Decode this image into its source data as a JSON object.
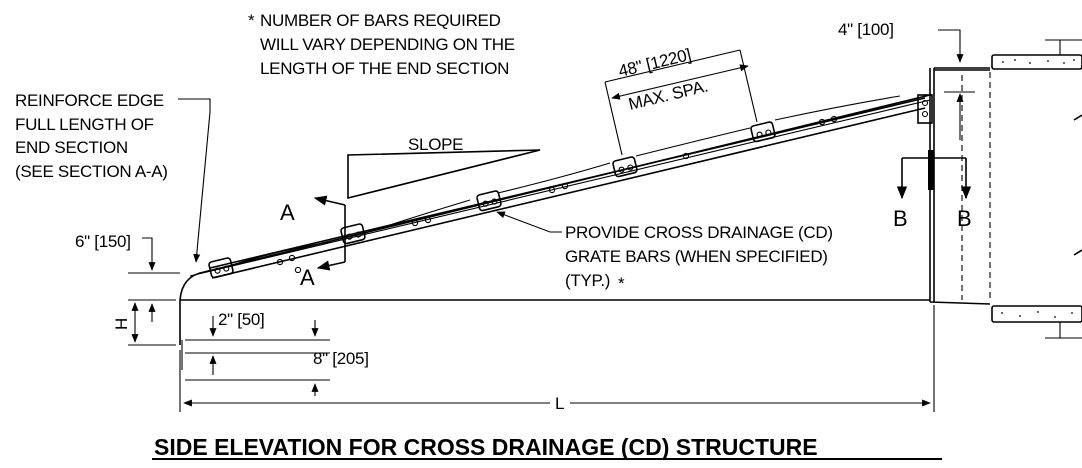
{
  "title": "SIDE ELEVATION FOR CROSS DRAINAGE (CD) STRUCTURE",
  "notes": {
    "bars_line1": "NUMBER OF BARS REQUIRED",
    "bars_line2": "WILL VARY DEPENDING ON THE",
    "bars_line3": "LENGTH OF THE END SECTION",
    "reinforce_line1": "REINFORCE EDGE",
    "reinforce_line2": "FULL LENGTH OF",
    "reinforce_line3": "END SECTION",
    "reinforce_line4": "(SEE SECTION A-A)",
    "slope": "SLOPE",
    "cd_line1": "PROVIDE CROSS DRAINAGE (CD)",
    "cd_line2": "GRATE BARS (WHEN SPECIFIED)",
    "cd_line3": "(TYP.)"
  },
  "dimensions": {
    "top_gap": "4\" [100]",
    "spacing": "48\" [1220]",
    "spacing_note": "MAX. SPA.",
    "edge_height": "6\" [150]",
    "height": "H",
    "bar_offset": "2\" [50]",
    "bar_depth": "8\" [205]",
    "length": "L"
  },
  "section_marks": {
    "a": "A",
    "b": "B"
  }
}
